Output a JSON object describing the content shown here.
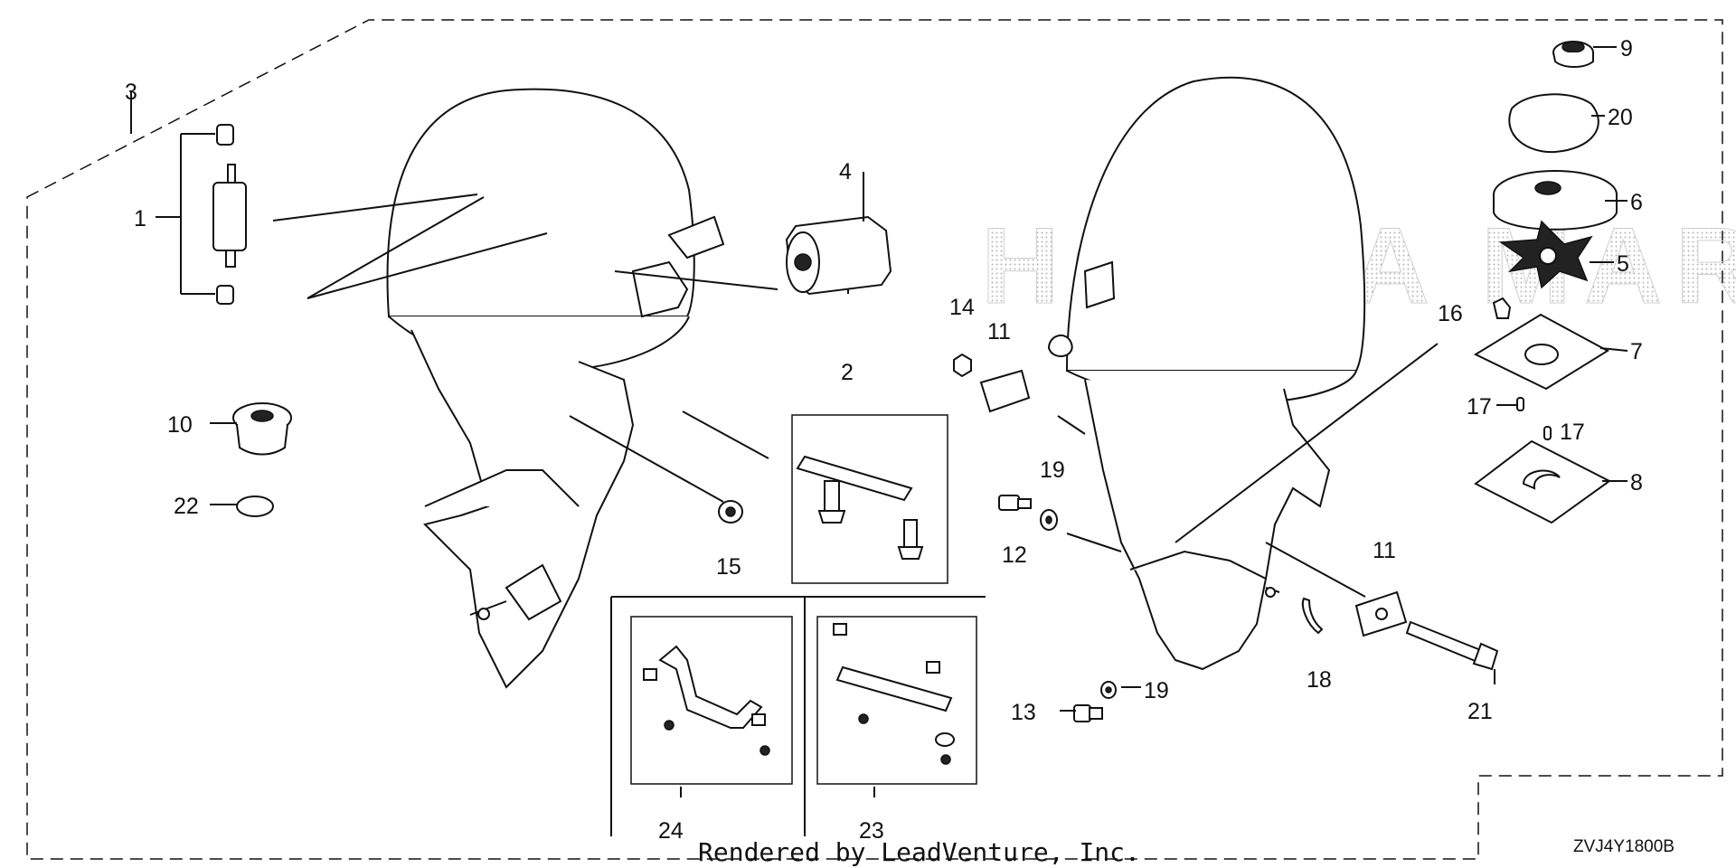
{
  "diagram": {
    "part_labels": {
      "p1": "1",
      "p2": "2",
      "p3": "3",
      "p4": "4",
      "p5": "5",
      "p6": "6",
      "p7": "7",
      "p8": "8",
      "p9": "9",
      "p10": "10",
      "p11a": "11",
      "p11b": "11",
      "p12": "12",
      "p13": "13",
      "p14": "14",
      "p15": "15",
      "p16": "16",
      "p17a": "17",
      "p17b": "17",
      "p18": "18",
      "p19a": "19",
      "p19b": "19",
      "p20": "20",
      "p21": "21",
      "p22": "22",
      "p23": "23",
      "p24": "24"
    },
    "watermark": "HONDA MARINE",
    "footer_credit": "Rendered by LeadVenture, Inc.",
    "diagram_code": "ZVJ4Y1800B"
  }
}
